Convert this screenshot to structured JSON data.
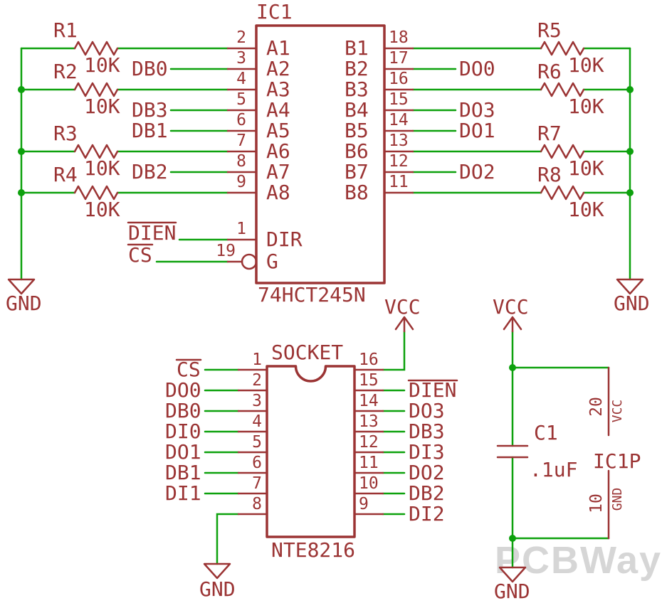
{
  "colors": {
    "part": "#9b3434",
    "wire": "#0da10d",
    "watermark": "#d6d6d6"
  },
  "watermark": "PCBWay",
  "power_labels": {
    "vcc": "VCC",
    "gnd": "GND"
  },
  "ic1": {
    "ref": "IC1",
    "value": "74HCT245N",
    "pins_left": [
      {
        "num": "2",
        "name": "A1"
      },
      {
        "num": "3",
        "name": "A2"
      },
      {
        "num": "4",
        "name": "A3"
      },
      {
        "num": "5",
        "name": "A4"
      },
      {
        "num": "6",
        "name": "A5"
      },
      {
        "num": "7",
        "name": "A6"
      },
      {
        "num": "8",
        "name": "A7"
      },
      {
        "num": "9",
        "name": "A8"
      }
    ],
    "pins_right": [
      {
        "num": "18",
        "name": "B1"
      },
      {
        "num": "17",
        "name": "B2"
      },
      {
        "num": "16",
        "name": "B3"
      },
      {
        "num": "15",
        "name": "B4"
      },
      {
        "num": "14",
        "name": "B5"
      },
      {
        "num": "13",
        "name": "B6"
      },
      {
        "num": "12",
        "name": "B7"
      },
      {
        "num": "11",
        "name": "B8"
      }
    ],
    "dir": {
      "num": "1",
      "name": "DIR"
    },
    "g": {
      "num": "19",
      "name": "G"
    }
  },
  "resistors_left": [
    {
      "ref": "R1",
      "value": "10K"
    },
    {
      "ref": "R2",
      "value": "10K"
    },
    {
      "ref": "R3",
      "value": "10K"
    },
    {
      "ref": "R4",
      "value": "10K"
    }
  ],
  "resistors_right": [
    {
      "ref": "R5",
      "value": "10K"
    },
    {
      "ref": "R6",
      "value": "10K"
    },
    {
      "ref": "R7",
      "value": "10K"
    },
    {
      "ref": "R8",
      "value": "10K"
    }
  ],
  "nets_left": [
    "DB0",
    "DB3",
    "DB1",
    "DB2"
  ],
  "ctrl_left": {
    "dien": "DIEN",
    "cs": "CS"
  },
  "nets_right": [
    "DO0",
    "DO3",
    "DO1",
    "DO2"
  ],
  "socket": {
    "name": "SOCKET",
    "value": "NTE8216",
    "pins_left": [
      {
        "num": "1",
        "label": "CS"
      },
      {
        "num": "2",
        "label": "DO0"
      },
      {
        "num": "3",
        "label": "DB0"
      },
      {
        "num": "4",
        "label": "DI0"
      },
      {
        "num": "5",
        "label": "DO1"
      },
      {
        "num": "6",
        "label": "DB1"
      },
      {
        "num": "7",
        "label": "DI1"
      },
      {
        "num": "8",
        "label": ""
      }
    ],
    "pins_right": [
      {
        "num": "16",
        "label": ""
      },
      {
        "num": "15",
        "label": "DIEN"
      },
      {
        "num": "14",
        "label": "DO3"
      },
      {
        "num": "13",
        "label": "DB3"
      },
      {
        "num": "12",
        "label": "DI3"
      },
      {
        "num": "11",
        "label": "DO2"
      },
      {
        "num": "10",
        "label": "DB2"
      },
      {
        "num": "9",
        "label": "DI2"
      }
    ]
  },
  "cap": {
    "ref": "C1",
    "value": ".1uF"
  },
  "ic1p": {
    "ref": "IC1P",
    "vcc_pin": "20",
    "vcc_name": "VCC",
    "gnd_pin": "10",
    "gnd_name": "GND"
  }
}
